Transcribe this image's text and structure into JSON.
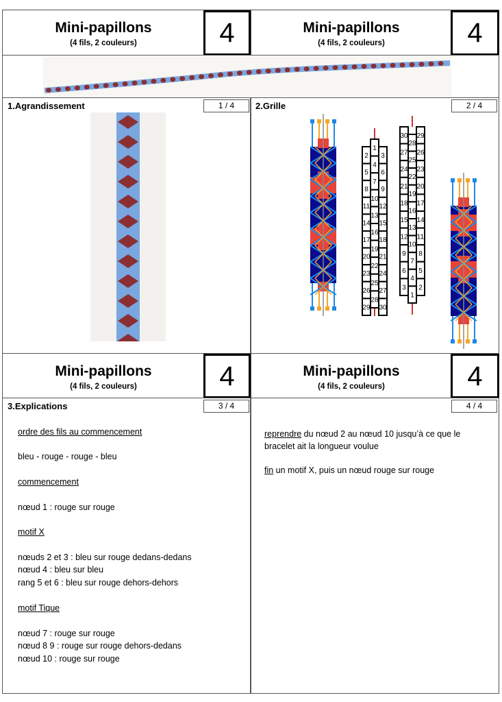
{
  "cards": [
    {
      "title": "Mini-papillons",
      "subtitle": "(4  fils, 2  couleurs)",
      "number": "4"
    },
    {
      "title": "Mini-papillons",
      "subtitle": "(4  fils, 2  couleurs)",
      "number": "4"
    },
    {
      "title": "Mini-papillons",
      "subtitle": "(4  fils, 2  couleurs)",
      "number": "4"
    },
    {
      "title": "Mini-papillons",
      "subtitle": "(4  fils, 2  couleurs)",
      "number": "4"
    }
  ],
  "sections": [
    {
      "title": "1.Agrandissement",
      "page": "1 / 4"
    },
    {
      "title": "2.Grille",
      "page": "2 / 4"
    },
    {
      "title": "3.Explications",
      "page": "3 / 4"
    },
    {
      "title": "",
      "page": "4 / 4"
    }
  ],
  "grid": {
    "set1": {
      "left": [
        "2",
        "5",
        "8",
        "11",
        "14",
        "17",
        "20",
        "23",
        "26",
        "29"
      ],
      "middle": [
        "1",
        "4",
        "7",
        "10",
        "13",
        "16",
        "19",
        "22",
        "25",
        "28"
      ],
      "right": [
        "3",
        "6",
        "9",
        "12",
        "15",
        "18",
        "21",
        "24",
        "27",
        "30"
      ]
    },
    "set2": {
      "left": [
        "30",
        "27",
        "24",
        "21",
        "18",
        "15",
        "12",
        "9",
        "6",
        "3"
      ],
      "middle": [
        "28",
        "25",
        "22",
        "19",
        "16",
        "13",
        "10",
        "7",
        "4",
        "1"
      ],
      "right": [
        "29",
        "26",
        "23",
        "20",
        "17",
        "14",
        "11",
        "8",
        "5",
        "2"
      ]
    }
  },
  "colors": {
    "blue": "#7aa7e0",
    "red": "#8b2f33",
    "navy": "#0a0a8c",
    "knot_red": "#e8433a",
    "orange": "#f5a623",
    "wire_blue": "#1e88e5"
  },
  "explanations": {
    "h1": "ordre des fils au commencement",
    "l1": "bleu - rouge - rouge - bleu",
    "h2": "commencement",
    "l2": "nœud 1 : rouge sur rouge",
    "h3": "motif X",
    "l3a": "nœuds 2 et 3 : bleu sur rouge dedans-dedans",
    "l3b": "nœud 4 : bleu sur bleu",
    "l3c": "rang 5  et 6 : bleu sur rouge dehors-dehors",
    "h4": "motif Tique",
    "l4a": "nœud 7 : rouge sur rouge",
    "l4b": "nœud 8 9 : rouge sur rouge dehors-dedans",
    "l4c": "nœud 10 : rouge sur rouge"
  },
  "continuation": {
    "r_label": "reprendre",
    "r_text": " du nœud 2 au nœud 10 jusqu’à ce que le bracelet ait la longueur voulue",
    "f_label": "fin",
    "f_text": " un motif  X, puis un nœud rouge sur rouge"
  }
}
